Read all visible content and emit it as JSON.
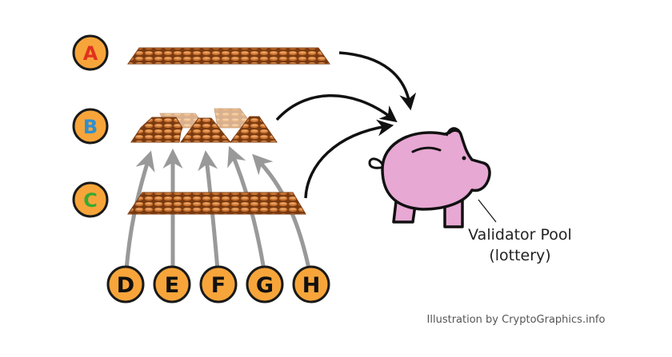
{
  "labels": {
    "a": "A",
    "b": "B",
    "c": "C",
    "d": "D",
    "e": "E",
    "f": "F",
    "g": "G",
    "h": "H"
  },
  "pool": {
    "line1": "Validator Pool",
    "line2": "(lottery)"
  },
  "credit": "Illustration by CryptoGraphics.info",
  "colors": {
    "badge_fill": "#f7a53a",
    "badge_stroke": "#1a1a1a",
    "letter_a": "#e0321f",
    "letter_b": "#2f8fd0",
    "letter_c": "#39a935",
    "letter_def": "#111111",
    "coin": "#c8702e",
    "coin_dark": "#7a3a10",
    "coin_light": "#e8a060",
    "piggy_fill": "#e7a8d3",
    "piggy_stroke": "#111111",
    "arrow_gray": "#999999",
    "arrow_black": "#111111"
  }
}
